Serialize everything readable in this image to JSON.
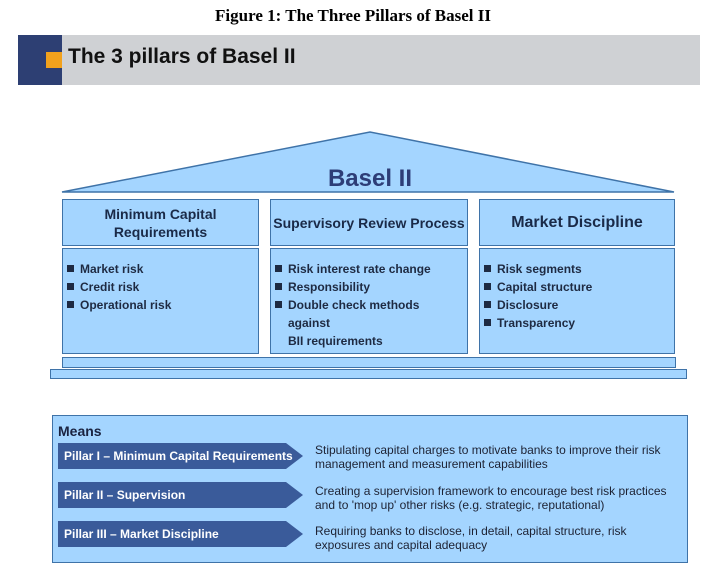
{
  "caption": "Figure 1: The Three Pillars of Basel II",
  "slide_title": "The 3 pillars of Basel II",
  "roof_label": "Basel II",
  "pillars": [
    {
      "title": "Minimum Capital Requirements",
      "items": [
        "Market risk",
        "Credit risk",
        "Operational risk"
      ]
    },
    {
      "title": "Supervisory Review Process",
      "items": [
        "Risk interest rate change",
        "Responsibility",
        "Double check methods against",
        "BII requirements"
      ]
    },
    {
      "title": "Market Discipline",
      "items": [
        "Risk segments",
        "Capital structure",
        "Disclosure",
        "Transparency"
      ]
    }
  ],
  "means": {
    "title": "Means",
    "rows": [
      {
        "label": "Pillar I – Minimum Capital Requirements",
        "description": "Stipulating capital charges to motivate banks to improve their risk management and measurement capabilities"
      },
      {
        "label": "Pillar II – Supervision",
        "description": "Creating a supervision framework to encourage best risk practices and to 'mop up' other risks (e.g. strategic, reputational)"
      },
      {
        "label": "Pillar III – Market Discipline",
        "description": "Requiring banks to disclose, in detail, capital structure, risk exposures and capital adequacy"
      }
    ]
  },
  "colors": {
    "accent_navy": "#2d3f73",
    "accent_orange": "#f2a21d",
    "pillar_fill": "#a4d5ff",
    "arrow_fill": "#3a5b9a"
  }
}
